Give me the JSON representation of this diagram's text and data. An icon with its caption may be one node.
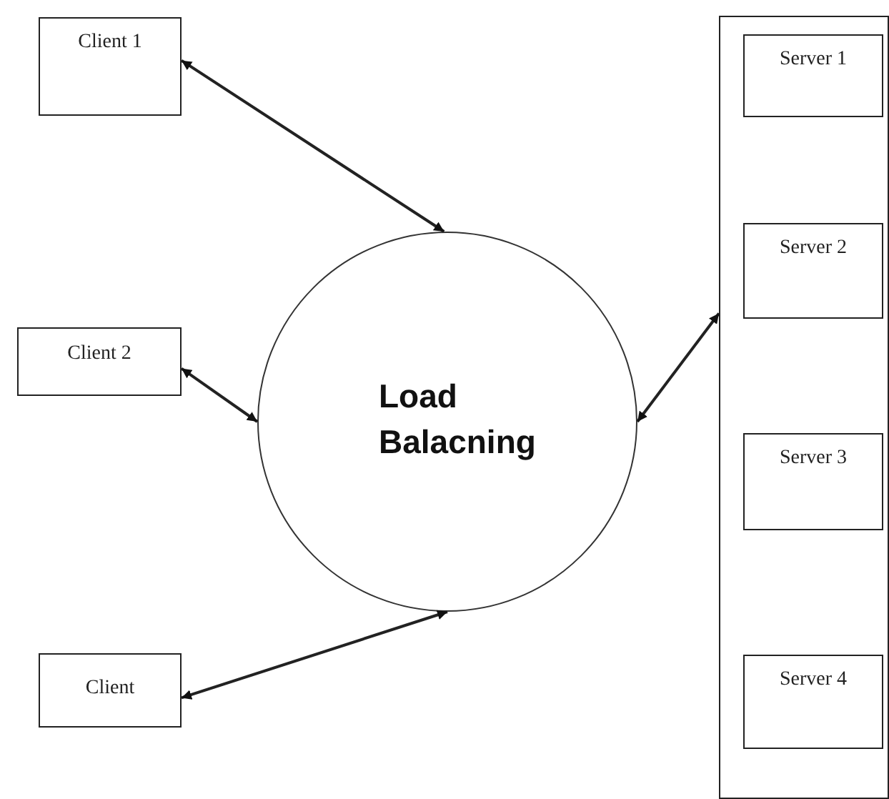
{
  "diagram": {
    "nodes": [
      {
        "text": [
          "Client 1"
        ]
      },
      {
        "text": [
          "Client 2"
        ]
      },
      {
        "text": [
          "Client"
        ]
      },
      {
        "text": [
          "Load Balacning"
        ]
      },
      {
        "text": [],
        "shape": "box"
      },
      {
        "text": [
          "Server 1"
        ],
        "in": 4
      },
      {
        "text": [
          "Server 2"
        ],
        "in": 4
      },
      {
        "text": [
          "Server 3"
        ],
        "in": 4
      },
      {
        "text": [
          "Server 4"
        ],
        "in": 4
      }
    ],
    "edges": [
      {
        "from": 0,
        "to": 3,
        "arrow": "both"
      },
      {
        "from": 1,
        "to": 3,
        "arrow": "both"
      },
      {
        "from": 2,
        "to": 3,
        "arrow": "both"
      },
      {
        "from": 3,
        "to": 4,
        "arrow": "both"
      }
    ]
  }
}
